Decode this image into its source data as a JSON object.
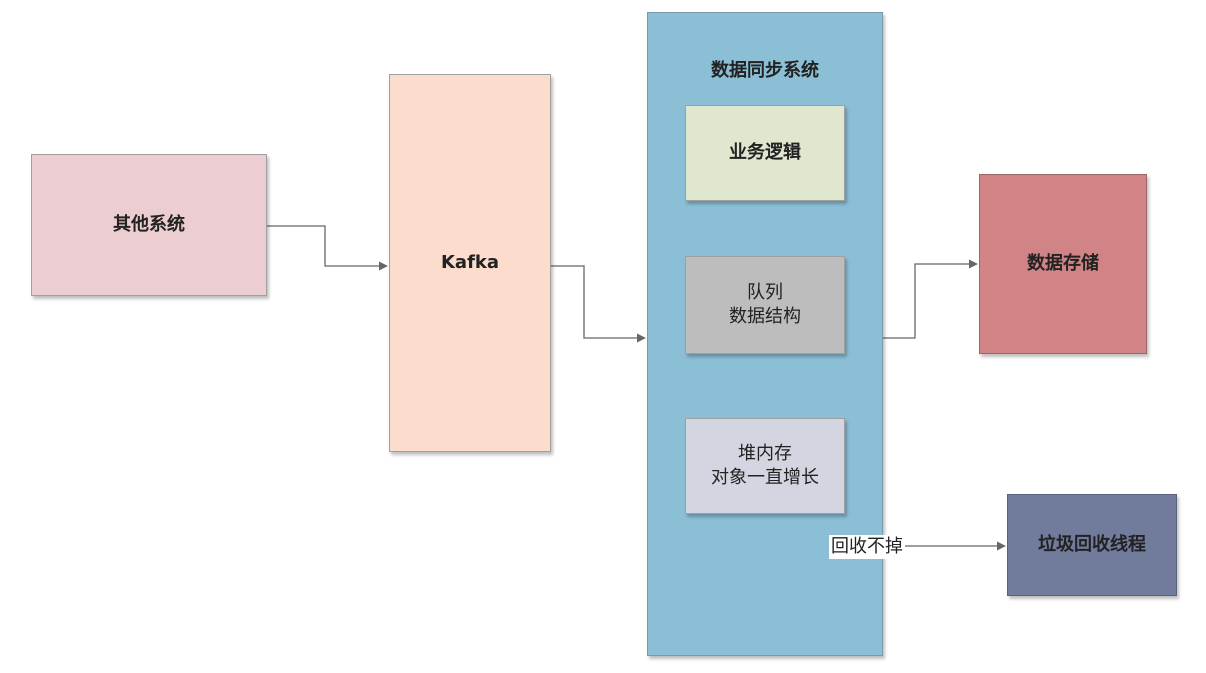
{
  "nodes": {
    "other_system": "其他系统",
    "kafka": "Kafka",
    "sync_system": "数据同步系统",
    "business_logic": "业务逻辑",
    "queue": [
      "队列",
      "数据结构"
    ],
    "heap": [
      "堆内存",
      "对象一直增长"
    ],
    "storage": "数据存储",
    "gc_thread": "垃圾回收线程"
  },
  "edges": {
    "heap_to_gc_label": "回收不掉"
  },
  "colors": {
    "other_system": "#eccdd1",
    "kafka": "#fcdccd",
    "sync_system": "#8bbfd6",
    "business_logic": "#dfe7cf",
    "queue": "#bdbdbd",
    "heap": "#d3d6e0",
    "storage": "#d08486",
    "gc_thread": "#717b9c",
    "connector": "#666666"
  }
}
